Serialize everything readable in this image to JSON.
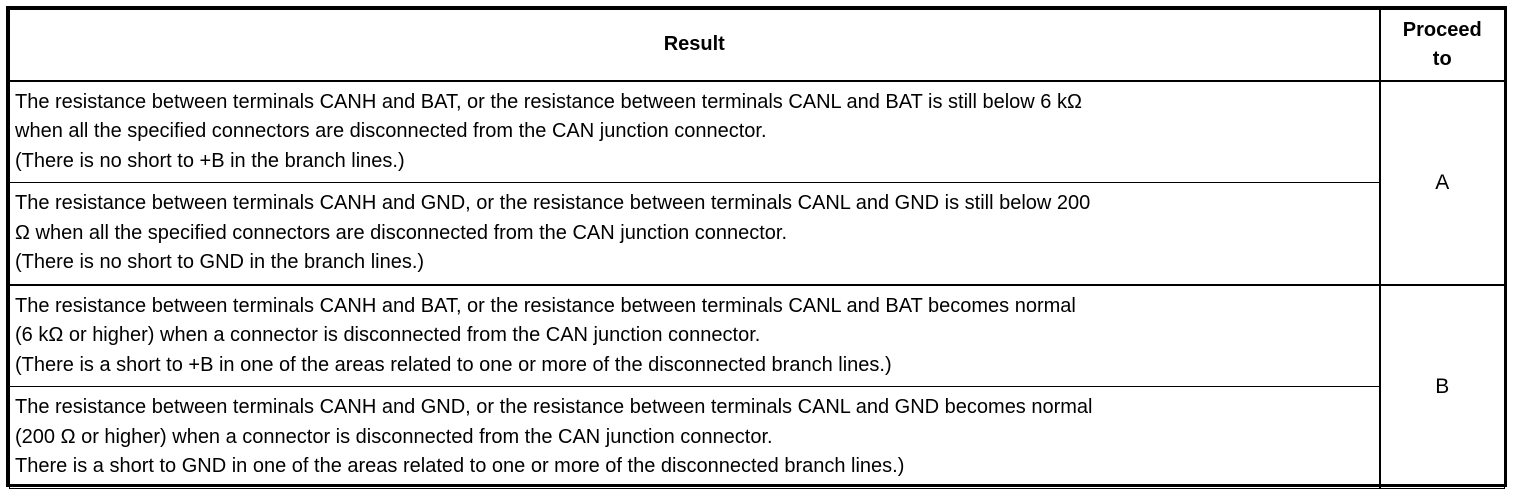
{
  "header": {
    "result_label": "Result",
    "proceed_line1": "Proceed",
    "proceed_line2": "to"
  },
  "rows": [
    {
      "lines": [
        "The resistance between terminals CANH and BAT, or the resistance between terminals CANL and BAT is still below 6 kΩ",
        "when all the specified connectors are disconnected from the CAN junction connector.",
        "(There is no short to +B in the branch lines.)"
      ]
    },
    {
      "lines": [
        "The resistance between terminals CANH and GND, or the resistance between terminals CANL and GND is still below 200",
        "Ω when all the specified connectors are disconnected from the CAN junction connector.",
        "(There is no short to GND in the branch lines.)"
      ]
    },
    {
      "lines": [
        "The resistance between terminals CANH and BAT, or the resistance between terminals CANL and BAT becomes normal",
        "(6 kΩ or higher) when a connector is disconnected from the CAN junction connector.",
        "(There is a short to +B in one of the areas related to one or more of the disconnected branch lines.)"
      ]
    },
    {
      "lines": [
        "The resistance between terminals CANH and GND, or the resistance between terminals CANL and GND becomes normal",
        "(200 Ω or higher) when a connector is disconnected from the CAN junction connector.",
        "There is a short to GND in one of the areas related to one or more of the disconnected branch lines.)"
      ]
    }
  ],
  "proceed": {
    "group_a": "A",
    "group_b": "B"
  }
}
